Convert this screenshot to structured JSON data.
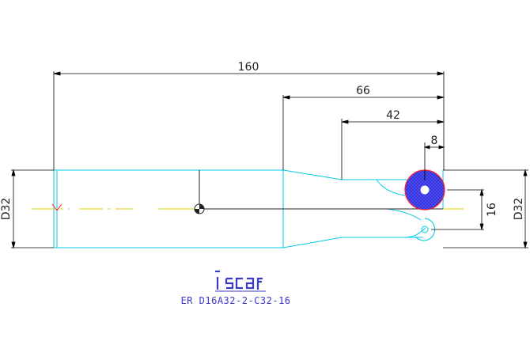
{
  "drawing": {
    "dimensions": {
      "overall_length": "160",
      "length_66": "66",
      "length_42": "42",
      "length_8": "8",
      "height_16": "16",
      "diameter_left": "D32",
      "diameter_right": "D32"
    },
    "brand": "iscar",
    "caption": "ER D16A32-2-C32-16",
    "colors": {
      "outline": "#00c8e6",
      "dimension": "#000000",
      "centerline": "#e6d200",
      "insert_fill": "#3333dd",
      "insert_border": "#ff2222",
      "brand": "#3a3acc"
    }
  }
}
